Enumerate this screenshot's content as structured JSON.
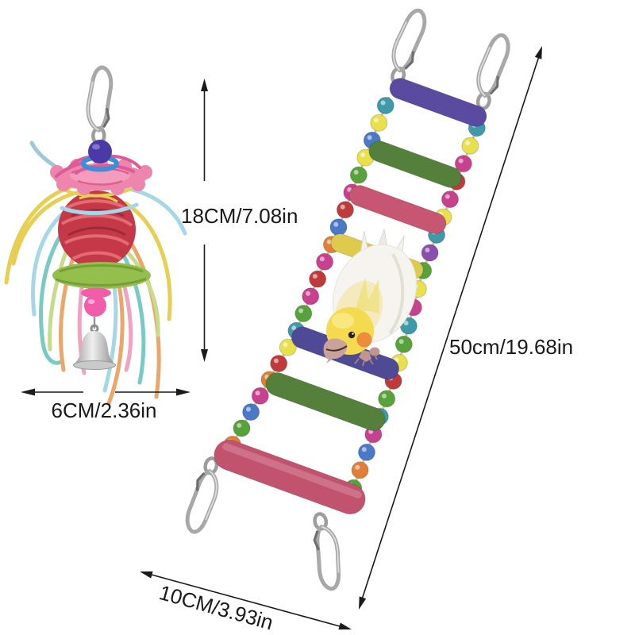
{
  "image": {
    "description": "Bird toy product photo with dimension annotations: shredder bell toy and flexible wooden bead ladder with cockatiel"
  },
  "measurements": {
    "toy_height": "18CM/7.08in",
    "toy_width": "6CM/2.36in",
    "ladder_length": "50cm/19.68in",
    "ladder_width": "10CM/3.93in"
  },
  "colors": {
    "annotation": "#1a1a1a",
    "metal": "#a8a8a8",
    "rope": "#d4c6a6",
    "background": "#ffffff"
  },
  "ladder": {
    "rung_colors": [
      "#5a4aa0",
      "#55803c",
      "#c75673",
      "#decb4e",
      "#4e4a96",
      "#55803c",
      "#c2536f"
    ],
    "left_rail_beads": [
      "#3e9aa8",
      "#e8e04c",
      "#4a79c8",
      "#e8e04c",
      "#58a23c",
      "#c8418f",
      "#c03a3c",
      "#4a79c8",
      "#e07f35",
      "#c8418f",
      "#c03a3c",
      "#c8418f",
      "#58a23c",
      "#3e9aa8",
      "#e8e04c",
      "#c03a3c",
      "#e07f35",
      "#c8418f",
      "#4a79c8",
      "#58a23c",
      "#e07f35"
    ],
    "right_rail_beads": [
      "#3e9aa8",
      "#e8e04c",
      "#c8418f",
      "#c03a3c",
      "#c8418f",
      "#e8e04c",
      "#3e9aa8",
      "#8a4fae",
      "#58a23c",
      "#e8e04c",
      "#c8418f",
      "#3e9aa8",
      "#58a23c",
      "#e8e04c",
      "#c03a3c",
      "#58a23c",
      "#3e9aa8",
      "#c8418f",
      "#4a79c8",
      "#e07f35",
      "#58a23c"
    ]
  },
  "toy": {
    "ball": "#c53848",
    "ball_strand": "#e26b74",
    "ball_strand_dark": "#9c2a38",
    "flower": "#ee85ad",
    "flower_inner": "#f59cbe",
    "disc": "#95bf4d",
    "disc_line": "#74a036",
    "ring": "#3f8fd8",
    "bead_top": "#4b3aa5",
    "bead_bottom": "#f25caa",
    "bell_rim": "#c9c9c9",
    "shred": "#e05a9a",
    "streamer_colors": [
      "#e6cf52",
      "#a5d7e8",
      "#79c9c4",
      "#eba66a",
      "#f0a3c0",
      "#c6dc8a",
      "#9fc6da"
    ]
  },
  "bird": {
    "body": "#f6f4ef",
    "head": "#f3da4e",
    "crest": "#f0e287",
    "cheek": "#ee8c3e",
    "beak": "#c9a29b",
    "eye": "#2e2218",
    "feet": "#c2958d"
  }
}
